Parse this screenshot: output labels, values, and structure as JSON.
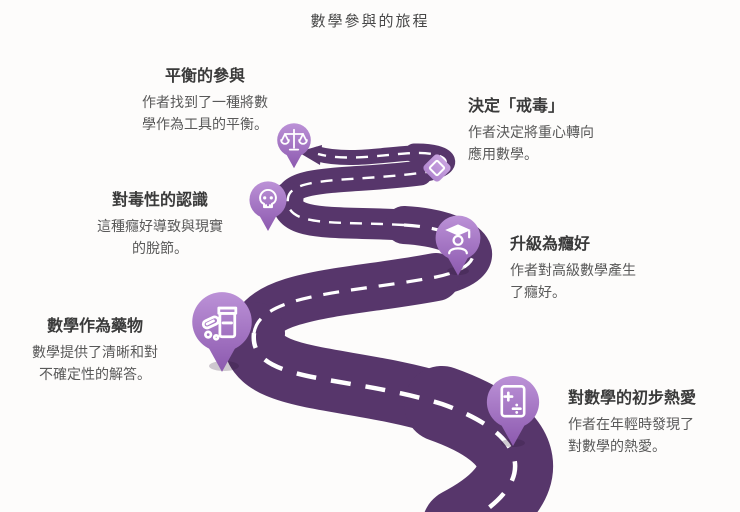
{
  "title": "數學參與的旅程",
  "colors": {
    "road": "#57366b",
    "dash": "#ffffff",
    "pin_light": "#bd93d8",
    "pin_dark": "#8a57ad",
    "diamond_light": "#d2aee6",
    "diamond_dark": "#a87bc9"
  },
  "milestones": [
    {
      "id": "initial-love",
      "title": "對數學的初步熱愛",
      "desc": "作者在年輕時發現了對數學的熱愛。",
      "icon": "math-document-icon"
    },
    {
      "id": "math-as-medicine",
      "title": "數學作為藥物",
      "desc": "數學提供了清晰和對不確定性的解答。",
      "icon": "pills-bottle-icon"
    },
    {
      "id": "upgrade-addiction",
      "title": "升級為癮好",
      "desc": "作者對高級數學產生了癮好。",
      "icon": "graduate-icon"
    },
    {
      "id": "toxicity",
      "title": "對毒性的認識",
      "desc": "這種癮好導致與現實的脫節。",
      "icon": "skull-icon"
    },
    {
      "id": "detox",
      "title": "決定「戒毒」",
      "desc": "作者決定將重心轉向應用數學。",
      "icon": "gem-icon"
    },
    {
      "id": "balance",
      "title": "平衡的參與",
      "desc": "作者找到了一種將數學作為工具的平衡。",
      "icon": "scales-icon"
    }
  ]
}
